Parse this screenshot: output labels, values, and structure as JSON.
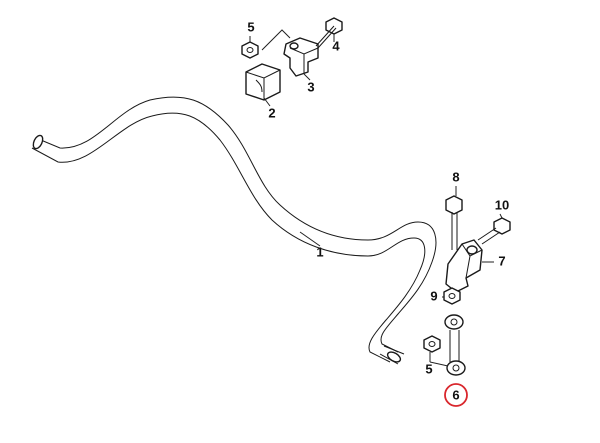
{
  "diagram": {
    "callouts": {
      "c1": "1",
      "c2": "2",
      "c3": "3",
      "c4": "4",
      "c5_top": "5",
      "c5_bottom": "5",
      "c6": "6",
      "c7": "7",
      "c8": "8",
      "c9": "9",
      "c10": "10"
    },
    "highlight": {
      "part": "6",
      "color": "#d9262c"
    }
  }
}
